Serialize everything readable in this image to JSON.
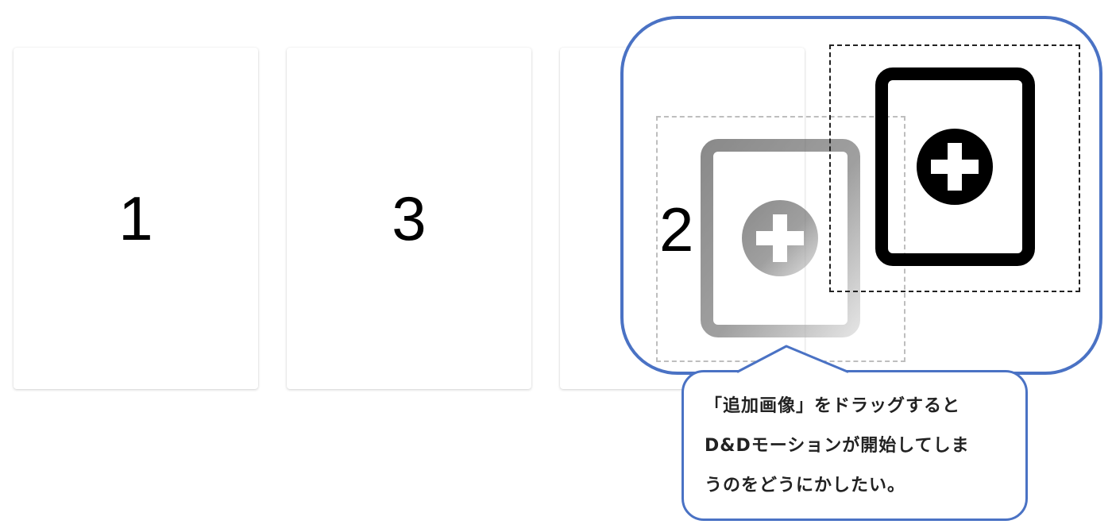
{
  "cards": [
    {
      "label": "1"
    },
    {
      "label": "3"
    },
    {
      "label": ""
    }
  ],
  "drag_ghost": {
    "label": "2",
    "icon": "add-page-icon"
  },
  "add_image": {
    "icon": "add-page-icon"
  },
  "callout": {
    "line1": "「追加画像」をドラッグすると",
    "line2": "D&Dモーションが開始してしま",
    "line3": "うのをどうにかしたい。"
  },
  "colors": {
    "highlight_border": "#4a72c4",
    "icon": "#000000"
  }
}
